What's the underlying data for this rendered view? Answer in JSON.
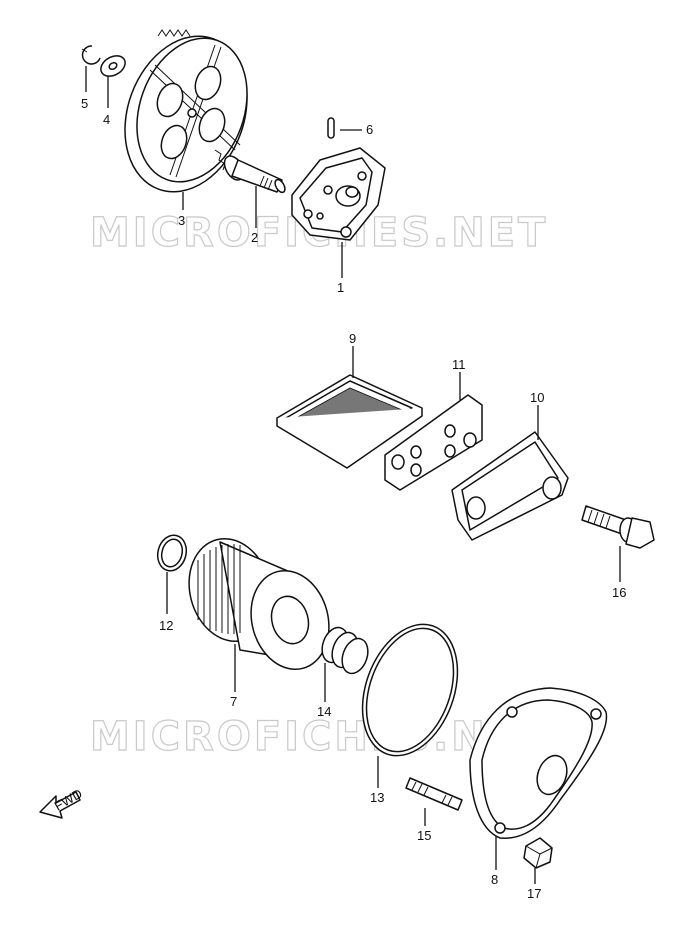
{
  "watermarks": [
    "MICROFICHES.NET",
    "MICROFICHES.NET"
  ],
  "fwd_label": "FWD",
  "callouts": [
    {
      "id": "1",
      "text": "1"
    },
    {
      "id": "2",
      "text": "2"
    },
    {
      "id": "3",
      "text": "3"
    },
    {
      "id": "4",
      "text": "4"
    },
    {
      "id": "5",
      "text": "5"
    },
    {
      "id": "6",
      "text": "6"
    },
    {
      "id": "7",
      "text": "7"
    },
    {
      "id": "8",
      "text": "8"
    },
    {
      "id": "9",
      "text": "9"
    },
    {
      "id": "10",
      "text": "10"
    },
    {
      "id": "11",
      "text": "11"
    },
    {
      "id": "12",
      "text": "12"
    },
    {
      "id": "13",
      "text": "13"
    },
    {
      "id": "14",
      "text": "14"
    },
    {
      "id": "15",
      "text": "15"
    },
    {
      "id": "16",
      "text": "16"
    },
    {
      "id": "17",
      "text": "17"
    }
  ]
}
